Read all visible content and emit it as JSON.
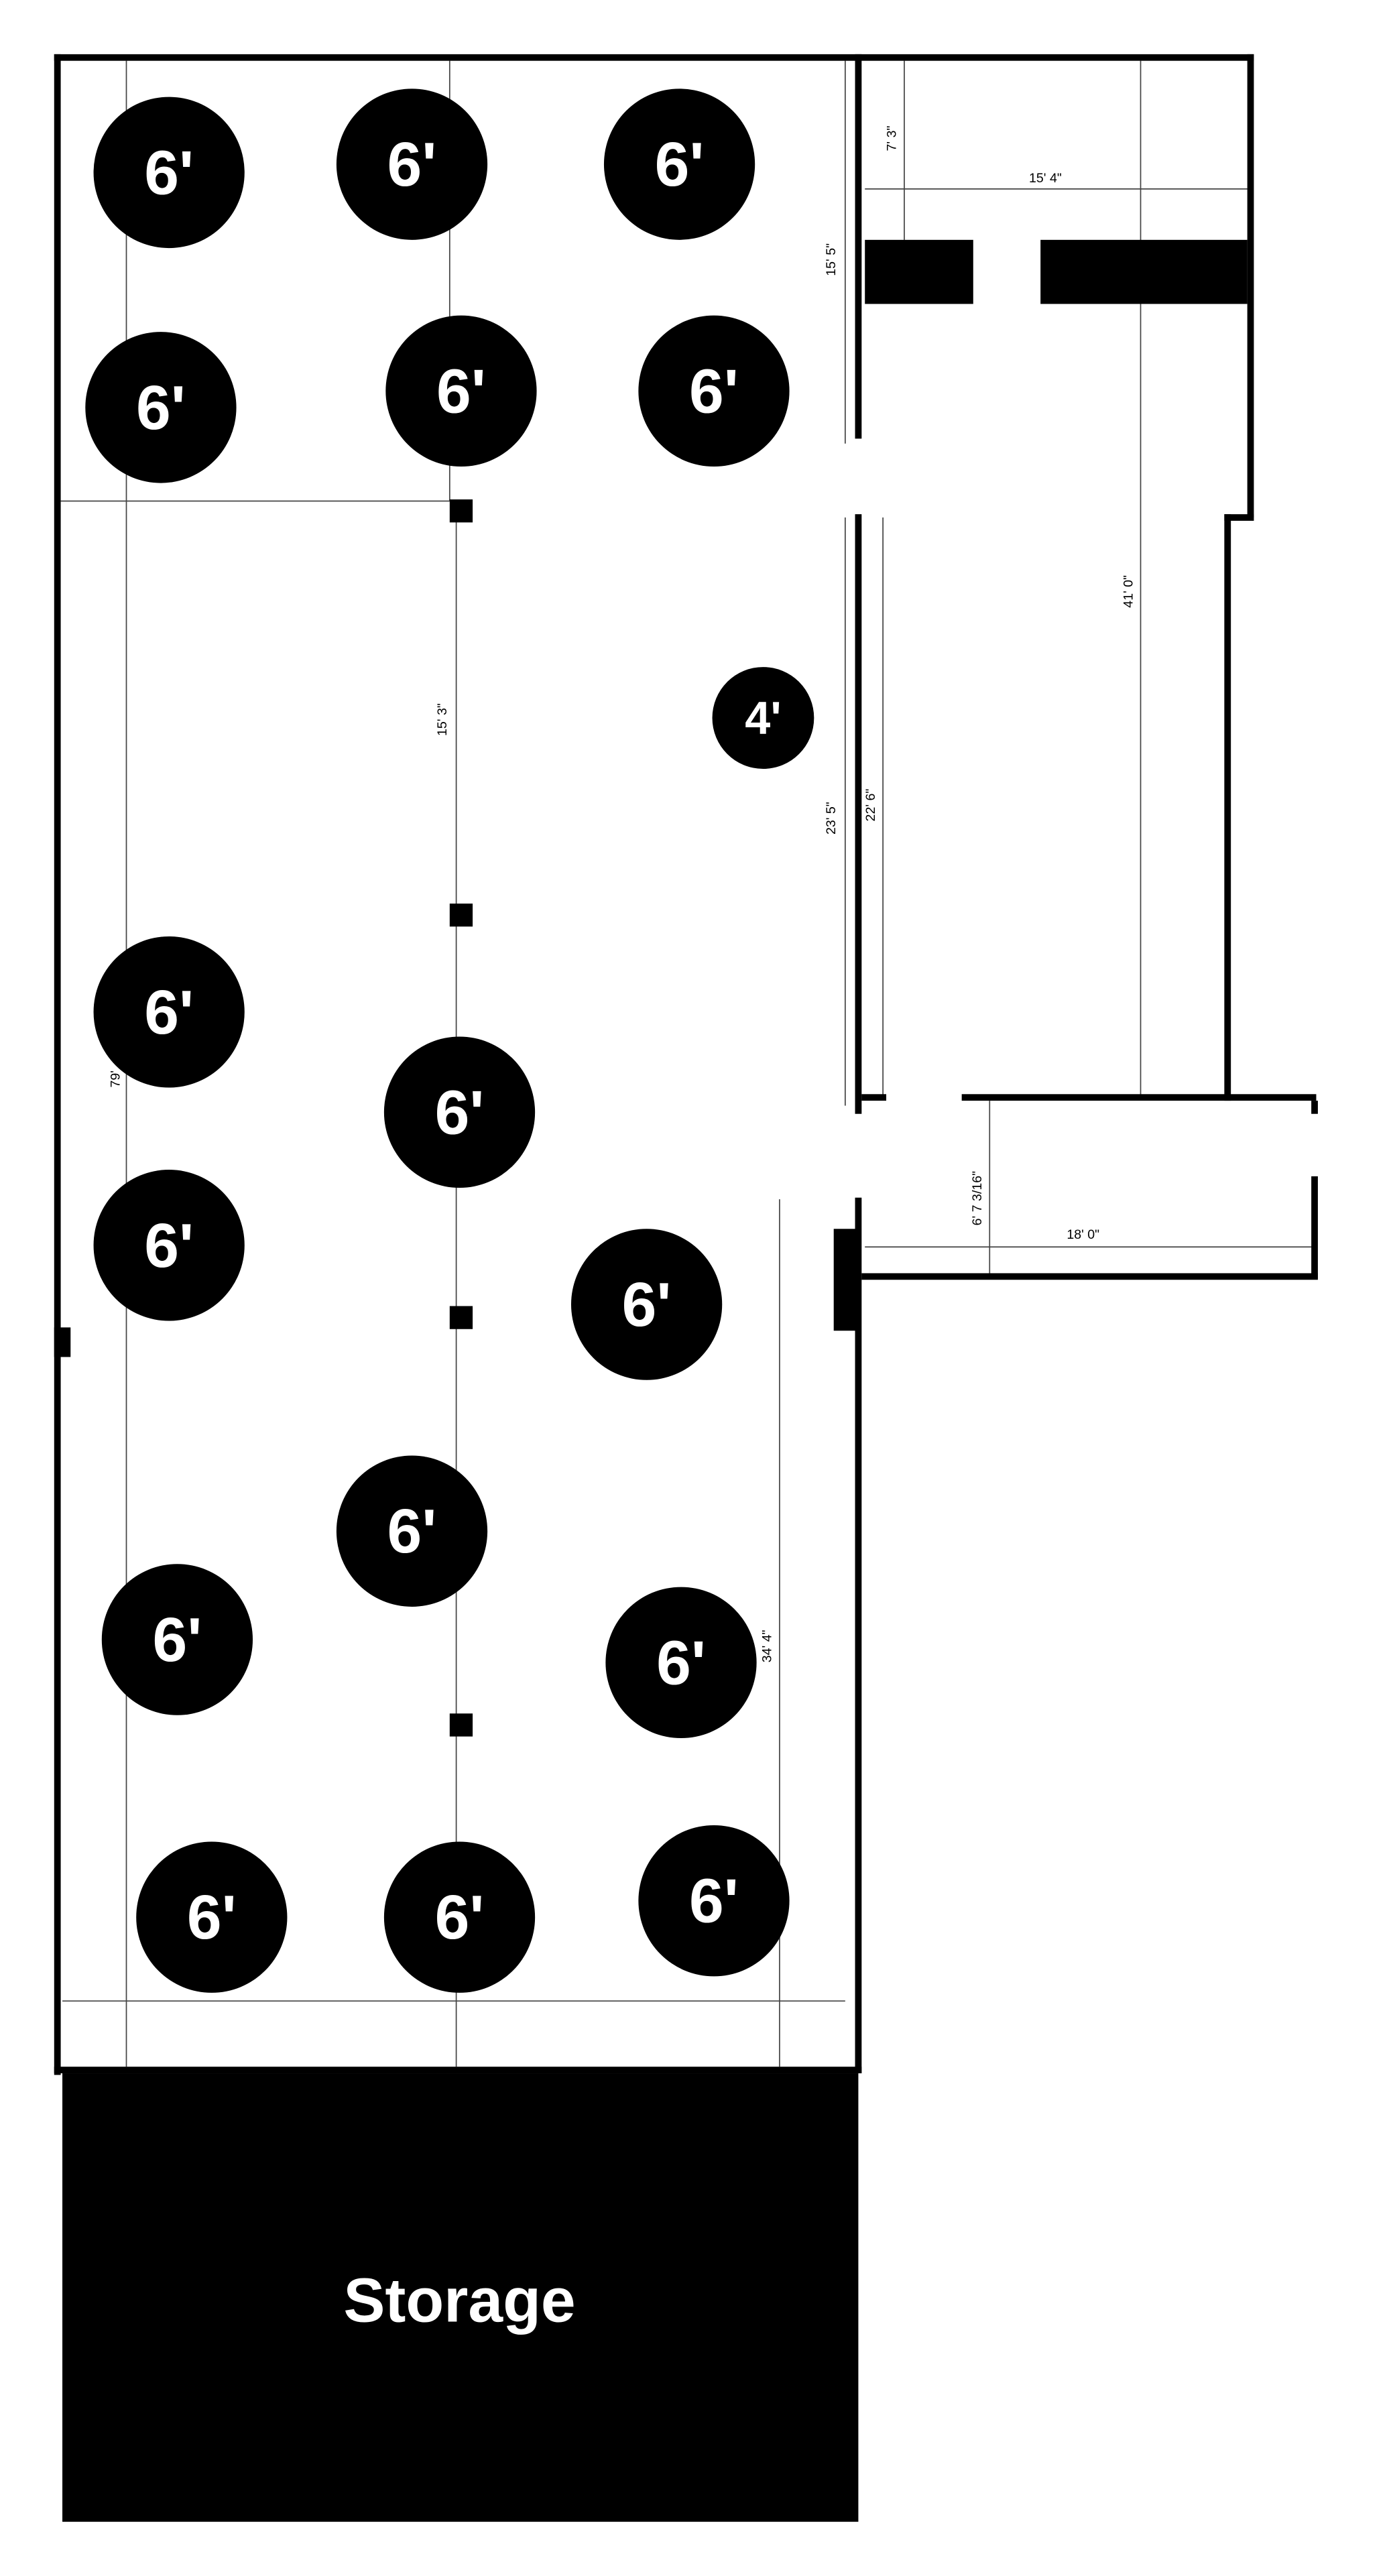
{
  "colors": {
    "walls": "#000000",
    "background": "#ffffff",
    "table_text": "#ffffff"
  },
  "tables": [
    {
      "label": "6'"
    },
    {
      "label": "6'"
    },
    {
      "label": "6'"
    },
    {
      "label": "6'"
    },
    {
      "label": "6'"
    },
    {
      "label": "6'"
    },
    {
      "label": "4'"
    },
    {
      "label": "6'"
    },
    {
      "label": "6'"
    },
    {
      "label": "6'"
    },
    {
      "label": "6'"
    },
    {
      "label": "6'"
    },
    {
      "label": "6'"
    },
    {
      "label": "6'"
    },
    {
      "label": "6'"
    },
    {
      "label": "6'"
    },
    {
      "label": "6'"
    }
  ],
  "storage": {
    "label": "Storage"
  },
  "dimensions": {
    "right_room_top_height": "7' 3\"",
    "right_room_width": "15' 4\"",
    "upper_wall_length": "15' 5\"",
    "right_room_length": "41' 0\"",
    "column_spacing": "15' 3\"",
    "mid_wall_length": "23' 5\"",
    "inner_wall_length": "22' 6\"",
    "main_hall_length": "79'",
    "small_room_depth": "6' 7 3/16\"",
    "small_room_width": "18' 0\"",
    "lower_hall_length": "34' 4\""
  }
}
